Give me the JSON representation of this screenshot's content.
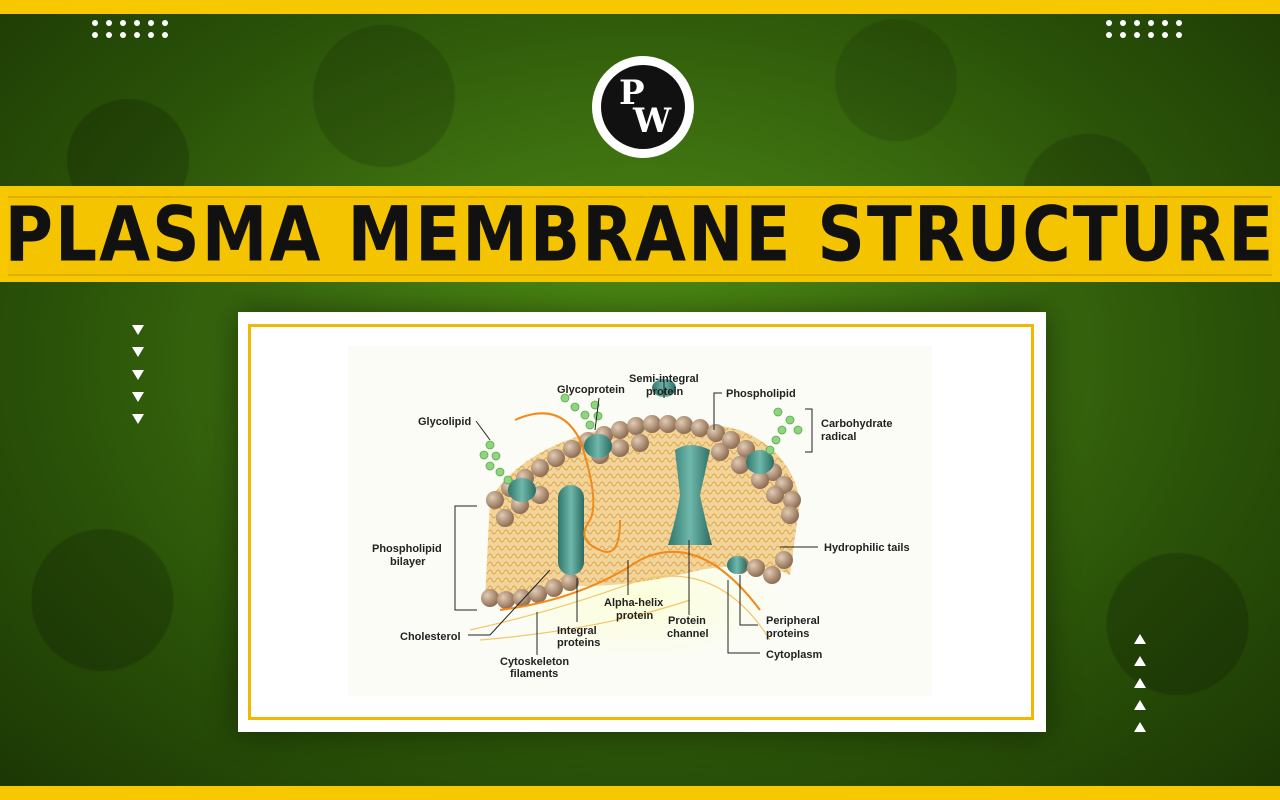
{
  "header": {
    "logo_text_p": "P",
    "logo_text_w": "W",
    "title": "PLASMA MEMBRANE STRUCTURE"
  },
  "diagram": {
    "labels": {
      "glycolipid": "Glycolipid",
      "glycoprotein": "Glycoprotein",
      "semi_integral_1": "Semi-integral",
      "semi_integral_2": "protein",
      "phospholipid": "Phospholipid",
      "carbohydrate_1": "Carbohydrate",
      "carbohydrate_2": "radical",
      "bilayer_1": "Phospholipid",
      "bilayer_2": "bilayer",
      "hydrophilic_tails": "Hydrophilic tails",
      "alpha_helix_1": "Alpha-helix",
      "alpha_helix_2": "protein",
      "protein_channel_1": "Protein",
      "protein_channel_2": "channel",
      "peripheral_1": "Peripheral",
      "peripheral_2": "proteins",
      "cholesterol": "Cholesterol",
      "integral_1": "Integral",
      "integral_2": "proteins",
      "cytoplasm": "Cytoplasm",
      "cytoskeleton_1": "Cytoskeleton",
      "cytoskeleton_2": "filaments"
    }
  },
  "colors": {
    "accent_yellow": "#f7c800",
    "background_green": "#3d7010",
    "lipid_head": "#b5967a",
    "protein_teal": "#3f8f85",
    "glyco_green": "#8fd47f",
    "filament_orange": "#f08a1c"
  }
}
